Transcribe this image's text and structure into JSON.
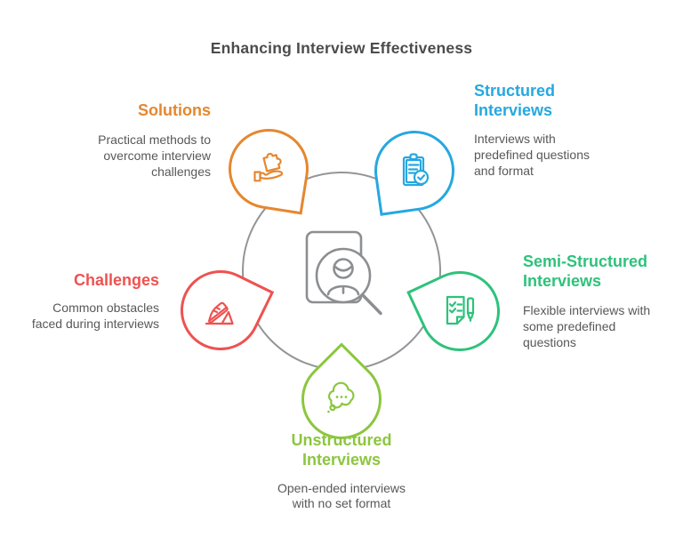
{
  "title": "Enhancing Interview Effectiveness",
  "nodes": [
    {
      "id": "solutions",
      "heading_lines": [
        "Solutions"
      ],
      "body_lines": [
        "Practical methods to",
        "overcome interview",
        "challenges"
      ],
      "color": "#e5872f",
      "icon": "hand-puzzle"
    },
    {
      "id": "structured-interviews",
      "heading_lines": [
        "Structured",
        "Interviews"
      ],
      "body_lines": [
        "Interviews with",
        "predefined questions",
        "and format"
      ],
      "color": "#25a8e0",
      "icon": "clipboard-check"
    },
    {
      "id": "semi-structured-interviews",
      "heading_lines": [
        "Semi-Structured",
        "Interviews"
      ],
      "body_lines": [
        "Flexible interviews with",
        "some predefined",
        "questions"
      ],
      "color": "#2ec27b",
      "icon": "checklist-pen"
    },
    {
      "id": "unstructured-interviews",
      "heading_lines": [
        "Unstructured",
        "Interviews"
      ],
      "body_lines": [
        "Open-ended interviews",
        "with no set format"
      ],
      "color": "#8cc63f",
      "icon": "thought-bubble"
    },
    {
      "id": "challenges",
      "heading_lines": [
        "Challenges"
      ],
      "body_lines": [
        "Common obstacles",
        "faced during interviews"
      ],
      "color": "#ee5250",
      "icon": "tripping-shoe"
    }
  ],
  "center_icon": "profile-search",
  "palette": {
    "ring_gray": "#939598",
    "center_icon_gray": "#8c8e91",
    "title_text": "#4c4c4e",
    "body_text": "#57585a"
  }
}
